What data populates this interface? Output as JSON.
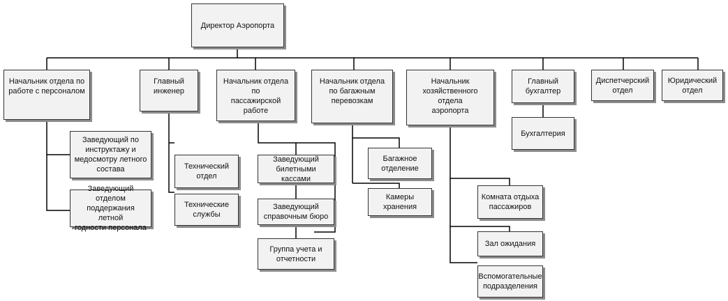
{
  "org_chart": {
    "director": "Директор Аэропорта",
    "personnel_head": "Начальник отдела по\nработе с персоналом",
    "chief_engineer": "Главный\nинженер",
    "passenger_head": "Начальник отдела по\nпассажирской работе",
    "baggage_head": "Начальник  отдела\nпо багажным\nперевозкам",
    "economic_head": "Начальник\nхозяйственного отдела\nаэропорта",
    "chief_accountant": "Главный\nбухгалтер",
    "dispatch": "Диспетчерский\nотдел",
    "legal": "Юридический\nотдел",
    "instruction_head": "Заведующий по\nинструктажу и\nмедосмотру летного\nсостава",
    "airworthiness_head": "Заведующий отделом\nподдержания летной\nгодности персонала",
    "tech_dept": "Технический\nотдел",
    "tech_services": "Технические\nслужбы",
    "ticket_head": "Заведующий\nбилетными кассами",
    "info_head": "Заведующий\nсправочным бюро",
    "accounting_group": "Группа учета и\nотчетности",
    "baggage_dept": "Багажное\nотделение",
    "storage": "Камеры хранения",
    "rest_room": "Комната отдыха\nпассажиров",
    "waiting_hall": "Зал ожидания",
    "auxiliary": "Вспомогательные\nподразделения",
    "accounting": "Бухгалтерия"
  }
}
